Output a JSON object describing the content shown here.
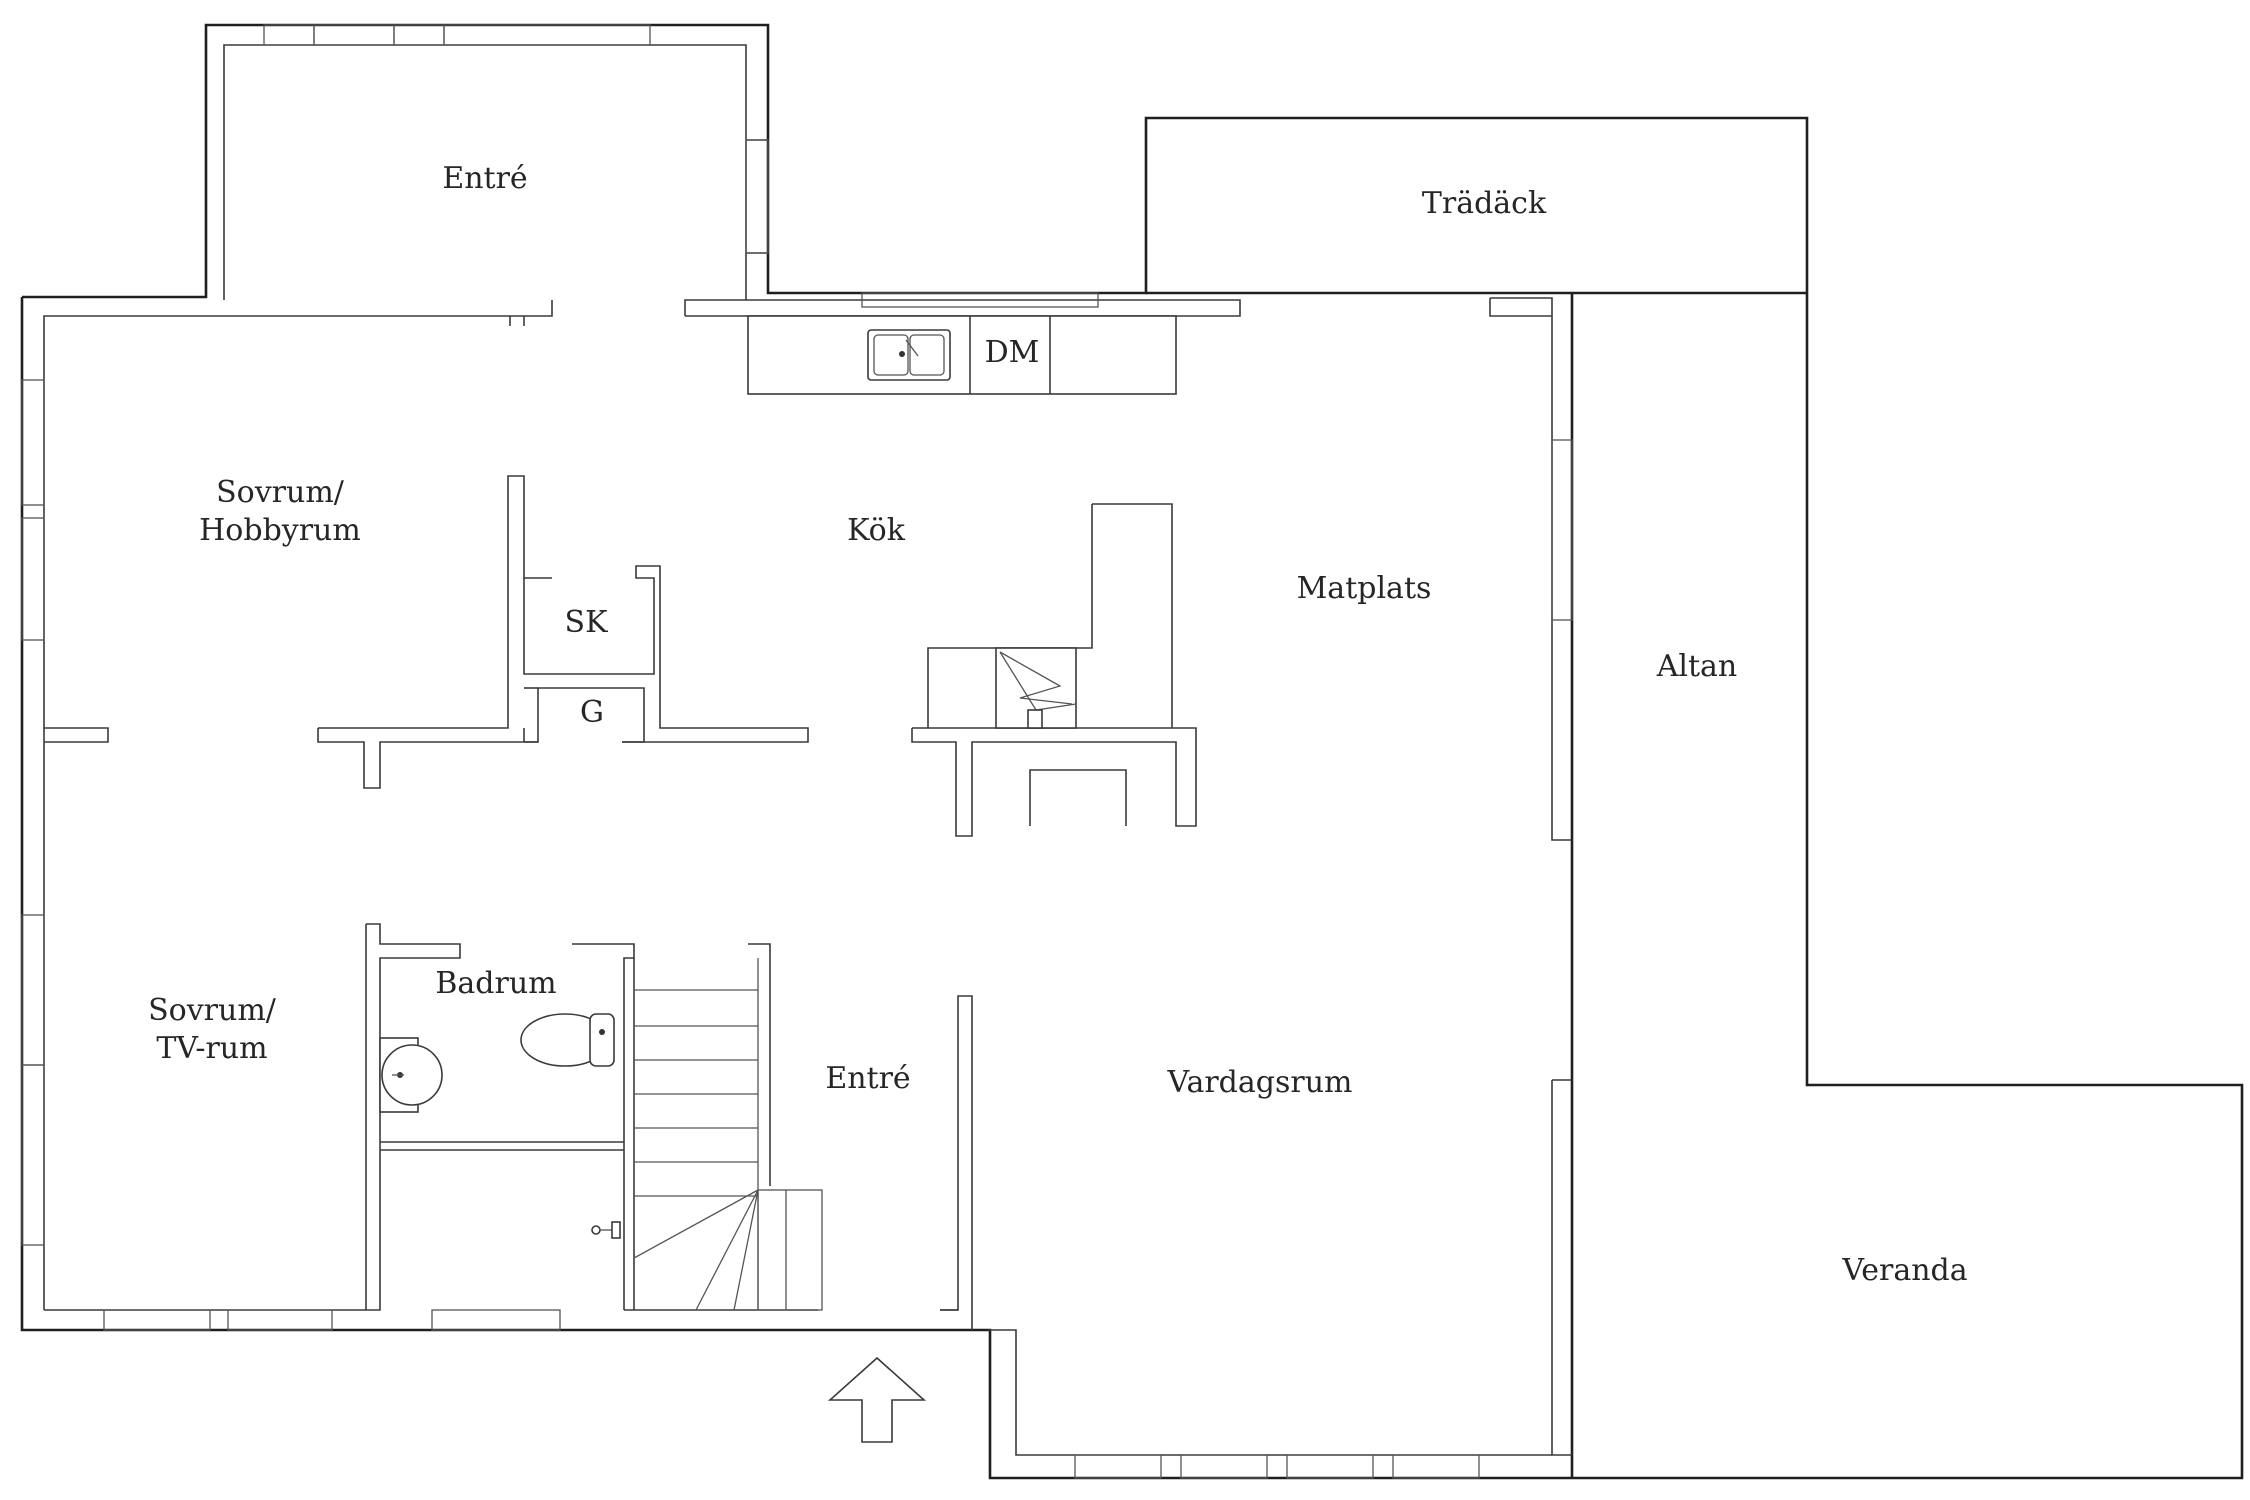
{
  "rooms": {
    "entre_upper": "Entré",
    "tradack": "Trädäck",
    "dm": "DM",
    "sovrum_hobby_1": "Sovrum/",
    "sovrum_hobby_2": "Hobbyrum",
    "kok": "Kök",
    "matplats": "Matplats",
    "altan": "Altan",
    "sk": "SK",
    "g": "G",
    "badrum": "Badrum",
    "sovrum_tv_1": "Sovrum/",
    "sovrum_tv_2": "TV-rum",
    "entre_lower": "Entré",
    "vardagsrum": "Vardagsrum",
    "veranda": "Veranda"
  },
  "icons": [
    "sink-icon",
    "toilet-icon",
    "washbasin-icon",
    "fireplace-icon",
    "staircase-icon",
    "entrance-arrow-icon",
    "faucet-icon"
  ]
}
